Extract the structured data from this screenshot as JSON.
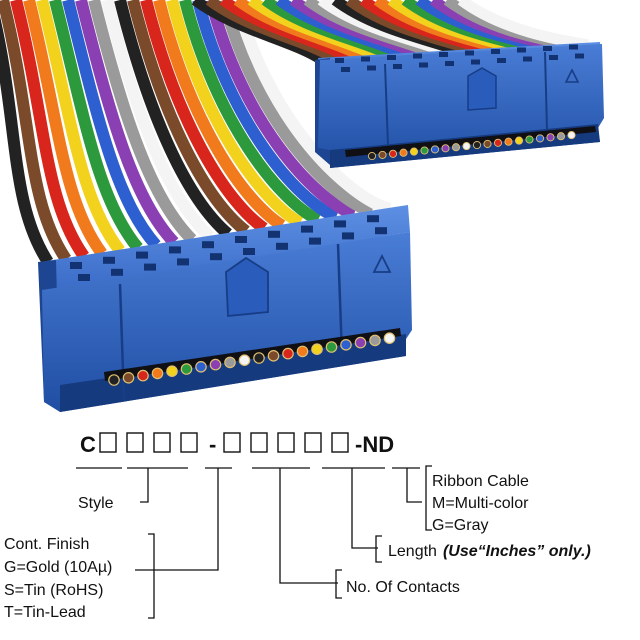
{
  "part_code": {
    "prefix": "C",
    "separator": "-",
    "suffix": "-ND",
    "group1_boxes": 4,
    "group2_boxes": 5
  },
  "labels": {
    "style": "Style",
    "cont_finish": [
      "Cont. Finish",
      "G=Gold (10Aµ)",
      "S=Tin (RoHS)",
      "T=Tin-Lead"
    ],
    "no_contacts": "No. Of Contacts",
    "length_prefix": "Length",
    "length_note": "(Use“Inches” only.)",
    "cable": [
      "Ribbon Cable",
      "M=Multi-color",
      "G=Gray"
    ]
  },
  "product": {
    "connector_color": "#2f5fb8",
    "wire_colors": [
      "#222222",
      "#7a4a2a",
      "#d9261c",
      "#f07a1c",
      "#f2d21c",
      "#2c9a3c",
      "#2d5fd0",
      "#8a3fb3",
      "#9a9a9a",
      "#f4f4f4"
    ]
  }
}
